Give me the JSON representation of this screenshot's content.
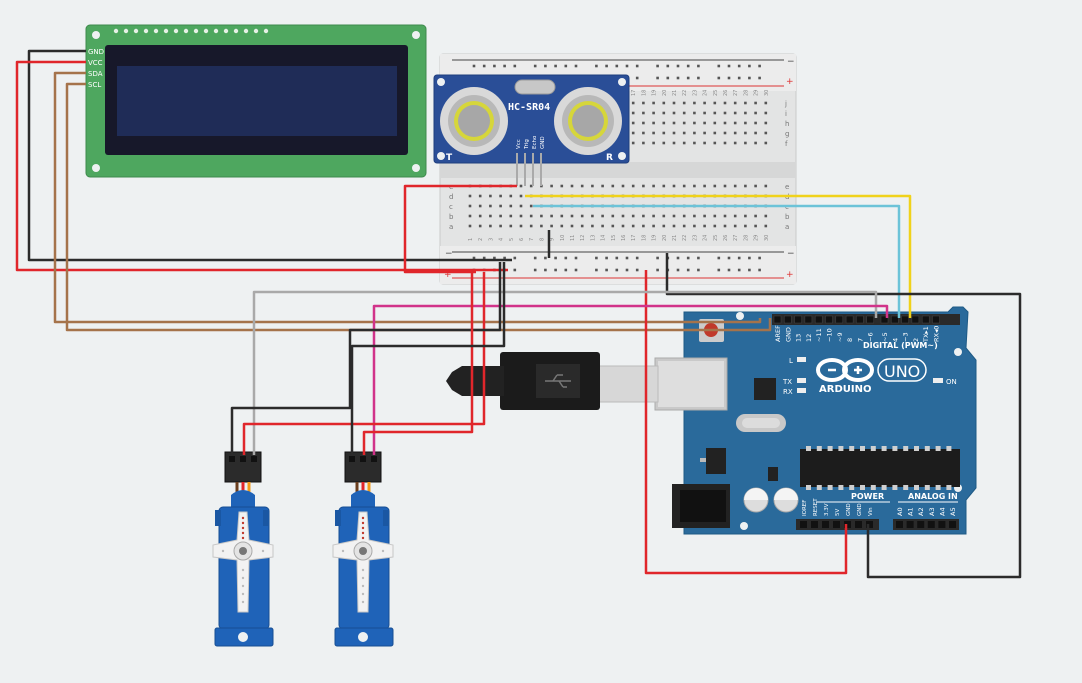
{
  "lcd": {
    "pins": [
      "GND",
      "VCC",
      "SDA",
      "SCL"
    ]
  },
  "sensor": {
    "name": "HC-SR04",
    "pins": [
      "Vcc",
      "Trig",
      "Echo",
      "GND"
    ],
    "t_mark": "T",
    "r_mark": "R"
  },
  "breadboard": {
    "rail_minus": "−",
    "rail_plus": "+",
    "row_letters_top": [
      "j",
      "i",
      "h",
      "g",
      "f"
    ],
    "row_letters_bottom": [
      "e",
      "d",
      "c",
      "b",
      "a"
    ],
    "column_numbers": [
      "1",
      "2",
      "3",
      "4",
      "5",
      "6",
      "7",
      "8",
      "9",
      "10",
      "11",
      "12",
      "13",
      "14",
      "15",
      "16",
      "17",
      "18",
      "19",
      "20",
      "21",
      "22",
      "23",
      "24",
      "25",
      "26",
      "27",
      "28",
      "29",
      "30"
    ]
  },
  "arduino": {
    "brand": "ARDUINO",
    "model": "UNO",
    "digital_label": "DIGITAL (PWM~)",
    "digital_pins": [
      "AREF",
      "GND",
      "13",
      "12",
      "~11",
      "~10",
      "~9",
      "8",
      "7",
      "~6",
      "~5",
      "4",
      "~3",
      "2",
      "TX▸1",
      "RX◂0"
    ],
    "led_l": "L",
    "led_tx": "TX",
    "led_rx": "RX",
    "led_on": "ON",
    "power_label": "POWER",
    "analog_label": "ANALOG IN",
    "power_pins": [
      "IOREF",
      "RESET",
      "3.3V",
      "5V",
      "GND",
      "GND",
      "Vin"
    ],
    "analog_pins": [
      "A0",
      "A1",
      "A2",
      "A3",
      "A4",
      "A5"
    ]
  },
  "colors": {
    "background": "#eef1f2",
    "lcd_board": "#4ea75f",
    "lcd_screen": "#1f2c57",
    "arduino_board": "#2a6a9b",
    "sensor_board": "#2a4e97",
    "servo_body": "#1f63b8",
    "wire_red": "#e0262b",
    "wire_black": "#2b2b2b",
    "wire_brown": "#a5734b",
    "wire_gray": "#a9a9a9",
    "wire_magenta": "#d1338a",
    "wire_yellow": "#f0d21b",
    "wire_cyan": "#6cc3d8"
  }
}
